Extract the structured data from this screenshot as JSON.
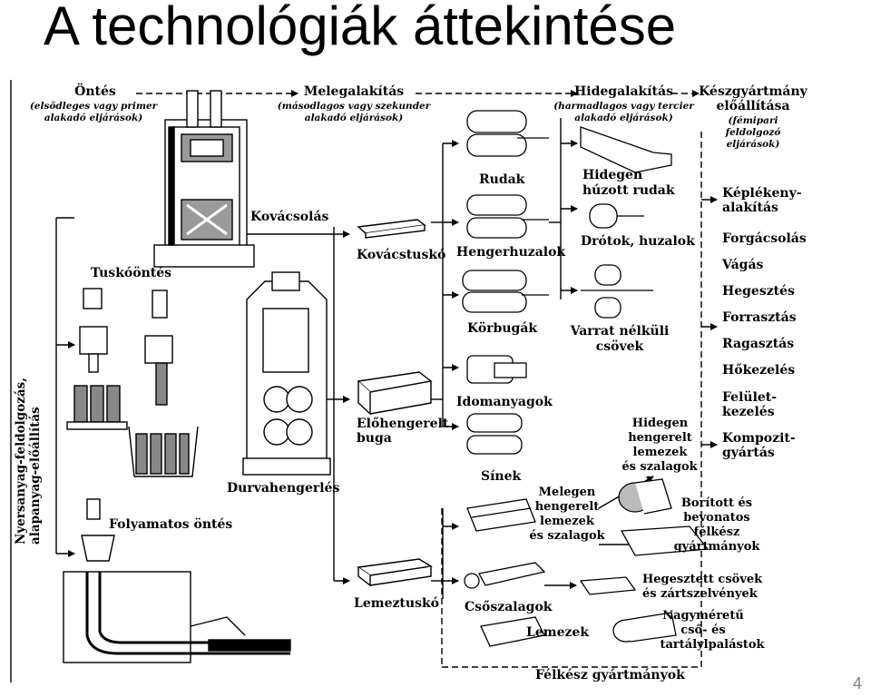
{
  "title": "A technológiák áttekintése",
  "page_number": "4",
  "stages": {
    "ontes": {
      "label": "Öntés",
      "sub": [
        "(elsődleges vagy primer",
        "alakadó eljárások)"
      ]
    },
    "melegalakitas": {
      "label": "Melegalakítás",
      "sub": [
        "(másodlagos vagy szekunder",
        "alakadó eljárások)"
      ]
    },
    "hidegalakitas": {
      "label": "Hidegalakítás",
      "sub": [
        "(harmadlagos vagy tercier",
        "alakadó eljárások)"
      ]
    },
    "keszgyartmany": {
      "label": [
        "Készgyártmány",
        "előállítása"
      ],
      "sub": [
        "(fémipari",
        "feldolgozó",
        "eljárások)"
      ]
    }
  },
  "side_label": [
    "Nyersanyag-feldolgozás,",
    "alapanyag-előállítás"
  ],
  "process_labels": {
    "kovacsolas": "Kovácsolás",
    "tuskoontes": "Tuskóöntés",
    "folyamatos_ontes": "Folyamatos öntés",
    "durvahengerles": "Durvahengerlés"
  },
  "intermediates": {
    "kovacstusko": "Kovácstuskó",
    "elohengerelt_buga": [
      "Előhengerelt",
      "buga"
    ],
    "lemeztusko": "Lemeztuskó"
  },
  "hot_products": {
    "rudak": "Rudak",
    "hengerhuzalok": "Hengerhuzalok",
    "korbugak": "Körbugák",
    "idomanyagok": "Idomanyagok",
    "sinek": "Sínek",
    "meleg_lemezek": [
      "Melegen",
      "hengerelt",
      "lemezek",
      "és szalagok"
    ],
    "csoszalagok": "Csőszalagok",
    "lemezek": "Lemezek"
  },
  "cold_products": {
    "hidegen_huzott": [
      "Hidegen",
      "húzott rudak"
    ],
    "drotok": "Drótok, huzalok",
    "varrat_nelkuli": [
      "Varrat nélküli",
      "csövek"
    ],
    "hideg_lemezek": [
      "Hidegen",
      "hengerelt",
      "lemezek",
      "és szalagok"
    ],
    "boritott": [
      "Borított és",
      "bevonatos",
      "félkész",
      "gyártmányok"
    ],
    "hegesztett": [
      "Hegesztett csövek",
      "és zártszelvények"
    ],
    "nagymeretu": [
      "Nagyméretű",
      "cső- és",
      "tartálylpalástok"
    ]
  },
  "finishing_list": [
    [
      "Képlékeny-",
      "alakítás"
    ],
    [
      "Forgácsolás"
    ],
    [
      "Vágás"
    ],
    [
      "Hegesztés"
    ],
    [
      "Forrasztás"
    ],
    [
      "Ragasztás"
    ],
    [
      "Hőkezelés"
    ],
    [
      "Felület-",
      "kezelés"
    ],
    [
      "Kompozit-",
      "gyártás"
    ]
  ],
  "bottom_label": "Félkész gyártmányok"
}
